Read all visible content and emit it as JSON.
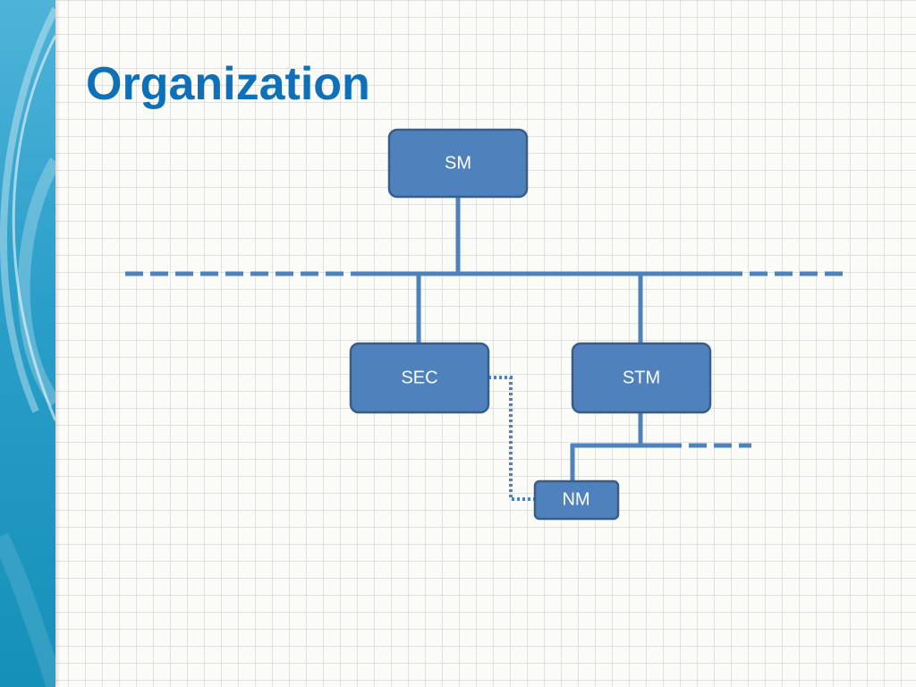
{
  "slide": {
    "title": "Organization"
  },
  "diagram": {
    "type": "organization-chart",
    "nodes": [
      {
        "id": "sm",
        "label": "SM"
      },
      {
        "id": "sec",
        "label": "SEC"
      },
      {
        "id": "stm",
        "label": "STM"
      },
      {
        "id": "nm",
        "label": "NM"
      }
    ],
    "edges": [
      {
        "from": "sm",
        "to": "sec",
        "style": "solid"
      },
      {
        "from": "sm",
        "to": "stm",
        "style": "solid"
      },
      {
        "from": "stm",
        "to": "nm",
        "style": "solid"
      },
      {
        "from": "sec",
        "to": "nm",
        "style": "dotted"
      }
    ]
  },
  "colors": {
    "title": "#0d70b8",
    "node_fill": "#4f81bd",
    "node_border": "#385d8a",
    "connector": "#4f81bd",
    "side_panel": "#2a9ec9"
  }
}
